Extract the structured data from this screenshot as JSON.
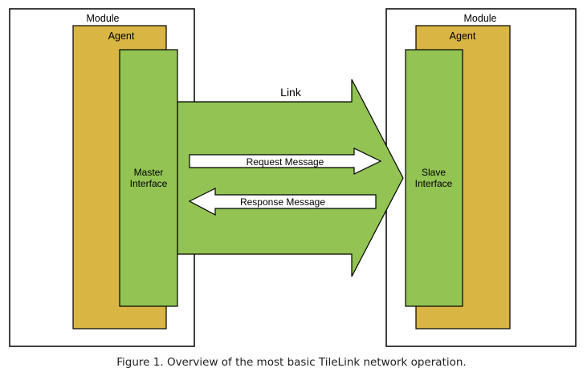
{
  "colors": {
    "module_fill": "#ffffff",
    "agent_fill": "#d9b543",
    "interface_fill": "#92c353",
    "link_fill": "#92c353",
    "stroke": "#000000"
  },
  "left": {
    "module_label": "Module",
    "agent_label": "Agent",
    "interface_label_line1": "Master",
    "interface_label_line2": "Interface"
  },
  "right": {
    "module_label": "Module",
    "agent_label": "Agent",
    "interface_label_line1": "Slave",
    "interface_label_line2": "Interface"
  },
  "link": {
    "label": "Link",
    "request_label": "Request Message",
    "response_label": "Response Message"
  },
  "caption": "Figure 1. Overview of the most basic TileLink network operation."
}
